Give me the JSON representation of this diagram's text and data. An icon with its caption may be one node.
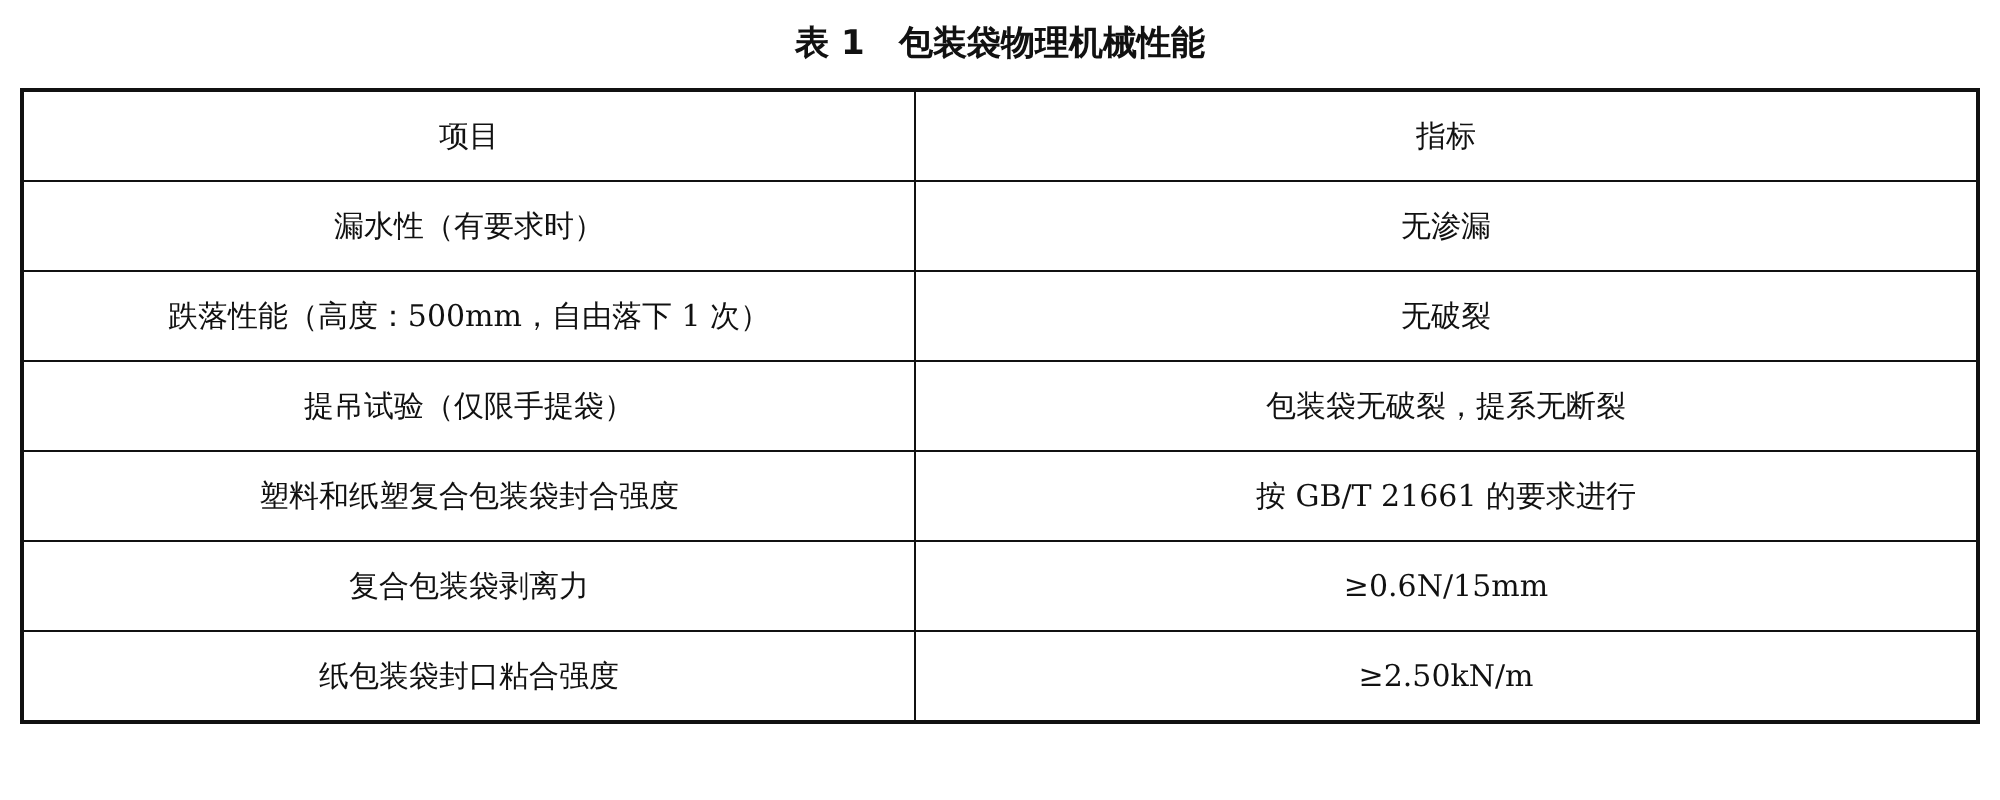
{
  "diagram": {
    "title": "表 1　包装袋物理机械性能",
    "labels": [
      "项目",
      "指标",
      "漏水性（有要求时）",
      "无渗漏",
      "跌落性能（高度：500mm，自由落下 1 次）",
      "无破裂",
      "提吊试验（仅限手提袋）",
      "包装袋无破裂，提系无断裂",
      "塑料和纸塑复合包装袋封合强度",
      "按 GB/T 21661 的要求进行",
      "复合包装袋剥离力",
      "≥0.6N/15mm",
      "纸包装袋封口粘合强度",
      "≥2.50kN/m"
    ]
  }
}
